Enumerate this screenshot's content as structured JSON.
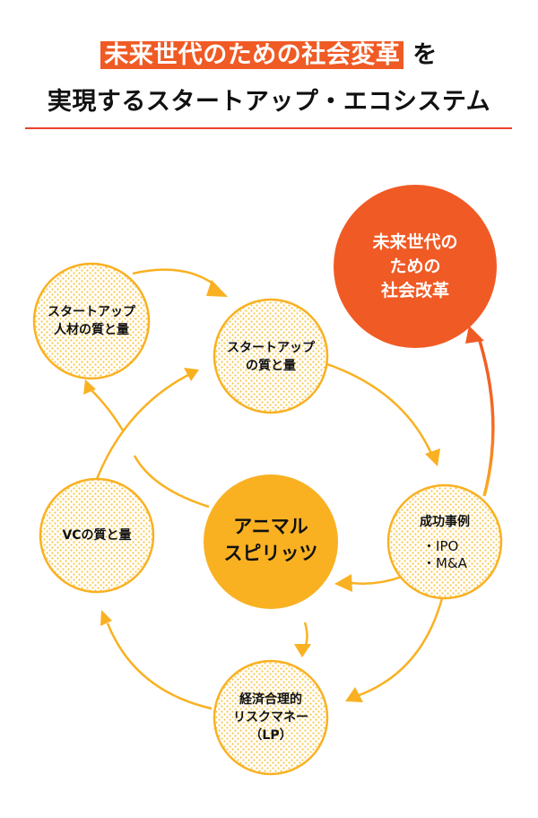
{
  "title": {
    "line1_highlight": "未来世代のための社会変革",
    "line1_suffix": "を",
    "line2": "実現するスタートアップ・エコシステム"
  },
  "colors": {
    "accent_red": "#f05a24",
    "accent_yellow": "#f9b122",
    "dot_yellow": "#f8c84c",
    "rule_red": "#e8432b"
  },
  "nodes": {
    "talent": {
      "lines": [
        "スタートアップ",
        "人材の質と量"
      ]
    },
    "startup": {
      "lines": [
        "スタートアップ",
        "の質と量"
      ]
    },
    "goal": {
      "lines": [
        "未来世代の",
        "ための",
        "社会改革"
      ]
    },
    "success": {
      "heading": "成功事例",
      "bullets": [
        "・IPO",
        "・M&A"
      ]
    },
    "animal": {
      "lines": [
        "アニマル",
        "スピリッツ"
      ]
    },
    "vc": {
      "lines": [
        "VCの質と量"
      ]
    },
    "riskmoney": {
      "lines": [
        "経済合理的",
        "リスクマネー",
        "（LP）"
      ]
    }
  },
  "edges": [
    {
      "from": "talent",
      "to": "startup"
    },
    {
      "from": "startup",
      "to": "success"
    },
    {
      "from": "success",
      "to": "goal"
    },
    {
      "from": "success",
      "to": "animal"
    },
    {
      "from": "success",
      "to": "riskmoney"
    },
    {
      "from": "animal",
      "to": "riskmoney"
    },
    {
      "from": "animal",
      "to": "talent"
    },
    {
      "from": "riskmoney",
      "to": "vc"
    },
    {
      "from": "vc",
      "to": "startup"
    }
  ]
}
